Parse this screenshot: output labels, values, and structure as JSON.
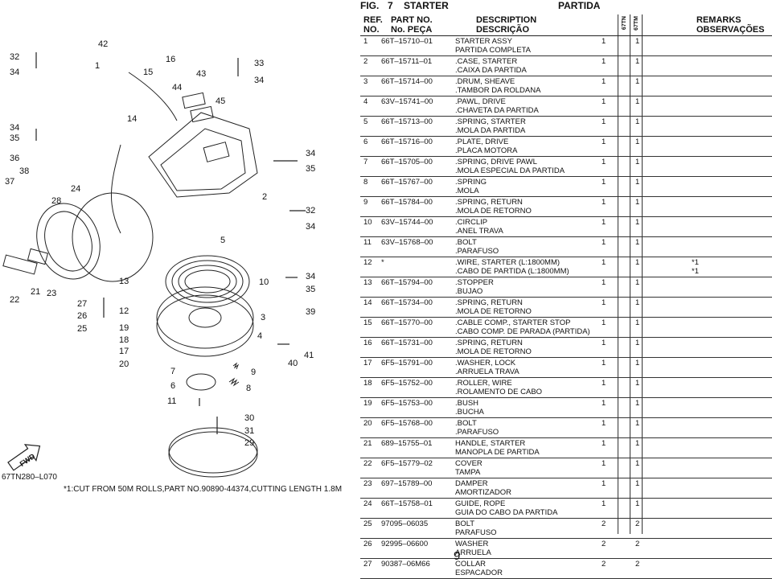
{
  "header": {
    "fig": "FIG.",
    "fig_no": "7",
    "title": "STARTER",
    "title_pt": "PARTIDA"
  },
  "columns": {
    "ref": "REF.",
    "no": "NO.",
    "part_no": "PART NO.",
    "peca": "No. PEÇA",
    "desc": "DESCRIPTION",
    "desc_pt": "DESCRIÇÃO",
    "q1": "67TN",
    "q2": "67TM",
    "remarks": "REMARKS",
    "remarks_pt": "OBSERVAÇÕES"
  },
  "parts": [
    {
      "no": "1",
      "pn": "66T–15710–01",
      "d": [
        "STARTER ASSY",
        "PARTIDA COMPLETA"
      ],
      "q1": "1",
      "q2": "1",
      "rm": [
        "",
        ""
      ]
    },
    {
      "no": "2",
      "pn": "66T–15711–01",
      "d": [
        ".CASE, STARTER",
        ".CAIXA DA PARTIDA"
      ],
      "q1": "1",
      "q2": "1",
      "rm": [
        "",
        ""
      ]
    },
    {
      "no": "3",
      "pn": "66T–15714–00",
      "d": [
        ".DRUM, SHEAVE",
        ".TAMBOR DA ROLDANA"
      ],
      "q1": "1",
      "q2": "1",
      "rm": [
        "",
        ""
      ]
    },
    {
      "no": "4",
      "pn": "63V–15741–00",
      "d": [
        ".PAWL, DRIVE",
        ".CHAVETA DA PARTIDA"
      ],
      "q1": "1",
      "q2": "1",
      "rm": [
        "",
        ""
      ]
    },
    {
      "no": "5",
      "pn": "66T–15713–00",
      "d": [
        ".SPRING, STARTER",
        ".MOLA DA PARTIDA"
      ],
      "q1": "1",
      "q2": "1",
      "rm": [
        "",
        ""
      ]
    },
    {
      "no": "6",
      "pn": "66T–15716–00",
      "d": [
        ".PLATE, DRIVE",
        ".PLACA MOTORA"
      ],
      "q1": "1",
      "q2": "1",
      "rm": [
        "",
        ""
      ]
    },
    {
      "no": "7",
      "pn": "66T–15705–00",
      "d": [
        ".SPRING, DRIVE PAWL",
        ".MOLA ESPECIAL DA PARTIDA"
      ],
      "q1": "1",
      "q2": "1",
      "rm": [
        "",
        ""
      ]
    },
    {
      "no": "8",
      "pn": "66T–15767–00",
      "d": [
        ".SPRING",
        ".MOLA"
      ],
      "q1": "1",
      "q2": "1",
      "rm": [
        "",
        ""
      ]
    },
    {
      "no": "9",
      "pn": "66T–15784–00",
      "d": [
        ".SPRING, RETURN",
        ".MOLA DE RETORNO"
      ],
      "q1": "1",
      "q2": "1",
      "rm": [
        "",
        ""
      ]
    },
    {
      "no": "10",
      "pn": "63V–15744–00",
      "d": [
        ".CIRCLIP",
        ".ANEL TRAVA"
      ],
      "q1": "1",
      "q2": "1",
      "rm": [
        "",
        ""
      ]
    },
    {
      "no": "11",
      "pn": "63V–15768–00",
      "d": [
        ".BOLT",
        ".PARAFUSO"
      ],
      "q1": "1",
      "q2": "1",
      "rm": [
        "",
        ""
      ]
    },
    {
      "no": "12",
      "pn": "*",
      "d": [
        ".WIRE, STARTER (L:1800MM)",
        ".CABO DE PARTIDA (L:1800MM)"
      ],
      "q1": "1",
      "q2": "1",
      "rm": [
        "*1",
        "*1"
      ]
    },
    {
      "no": "13",
      "pn": "66T–15794–00",
      "d": [
        ".STOPPER",
        ".BUJAO"
      ],
      "q1": "1",
      "q2": "1",
      "rm": [
        "",
        ""
      ]
    },
    {
      "no": "14",
      "pn": "66T–15734–00",
      "d": [
        ".SPRING, RETURN",
        ".MOLA DE RETORNO"
      ],
      "q1": "1",
      "q2": "1",
      "rm": [
        "",
        ""
      ]
    },
    {
      "no": "15",
      "pn": "66T–15770–00",
      "d": [
        ".CABLE COMP., STARTER STOP",
        ".CABO COMP. DE PARADA (PARTIDA)"
      ],
      "q1": "1",
      "q2": "1",
      "rm": [
        "",
        ""
      ]
    },
    {
      "no": "16",
      "pn": "66T–15731–00",
      "d": [
        ".SPRING, RETURN",
        ".MOLA DE RETORNO"
      ],
      "q1": "1",
      "q2": "1",
      "rm": [
        "",
        ""
      ]
    },
    {
      "no": "17",
      "pn": "6F5–15791–00",
      "d": [
        ".WASHER, LOCK",
        ".ARRUELA TRAVA"
      ],
      "q1": "1",
      "q2": "1",
      "rm": [
        "",
        ""
      ]
    },
    {
      "no": "18",
      "pn": "6F5–15752–00",
      "d": [
        ".ROLLER, WIRE",
        ".ROLAMENTO DE CABO"
      ],
      "q1": "1",
      "q2": "1",
      "rm": [
        "",
        ""
      ]
    },
    {
      "no": "19",
      "pn": "6F5–15753–00",
      "d": [
        ".BUSH",
        ".BUCHA"
      ],
      "q1": "1",
      "q2": "1",
      "rm": [
        "",
        ""
      ]
    },
    {
      "no": "20",
      "pn": "6F5–15768–00",
      "d": [
        ".BOLT",
        ".PARAFUSO"
      ],
      "q1": "1",
      "q2": "1",
      "rm": [
        "",
        ""
      ]
    },
    {
      "no": "21",
      "pn": "689–15755–01",
      "d": [
        "HANDLE, STARTER",
        "MANOPLA DE PARTIDA"
      ],
      "q1": "1",
      "q2": "1",
      "rm": [
        "",
        ""
      ]
    },
    {
      "no": "22",
      "pn": "6F5–15779–02",
      "d": [
        "COVER",
        "TAMPA"
      ],
      "q1": "1",
      "q2": "1",
      "rm": [
        "",
        ""
      ]
    },
    {
      "no": "23",
      "pn": "697–15789–00",
      "d": [
        "DAMPER",
        "AMORTIZADOR"
      ],
      "q1": "1",
      "q2": "1",
      "rm": [
        "",
        ""
      ]
    },
    {
      "no": "24",
      "pn": "66T–15758–01",
      "d": [
        "GUIDE, ROPE",
        "GUIA DO CABO DA PARTIDA"
      ],
      "q1": "1",
      "q2": "1",
      "rm": [
        "",
        ""
      ]
    },
    {
      "no": "25",
      "pn": "97095–06035",
      "d": [
        "BOLT",
        "PARAFUSO"
      ],
      "q1": "2",
      "q2": "2",
      "rm": [
        "",
        ""
      ]
    },
    {
      "no": "26",
      "pn": "92995–06600",
      "d": [
        "WASHER",
        "ARRUELA"
      ],
      "q1": "2",
      "q2": "2",
      "rm": [
        "",
        ""
      ]
    },
    {
      "no": "27",
      "pn": "90387–06M66",
      "d": [
        "COLLAR",
        "ESPACADOR"
      ],
      "q1": "2",
      "q2": "2",
      "rm": [
        "",
        ""
      ]
    }
  ],
  "diagram": {
    "callouts": [
      "32",
      "34",
      "1",
      "42",
      "16",
      "15",
      "43",
      "33",
      "34",
      "44",
      "45",
      "14",
      "34",
      "35",
      "36",
      "38",
      "37",
      "24",
      "28",
      "34",
      "35",
      "2",
      "32",
      "34",
      "5",
      "22",
      "21",
      "23",
      "13",
      "10",
      "34",
      "35",
      "27",
      "26",
      "25",
      "12",
      "19",
      "18",
      "17",
      "20",
      "3",
      "39",
      "4",
      "41",
      "40",
      "7",
      "9",
      "6",
      "8",
      "11",
      "30",
      "31",
      "29"
    ],
    "code": "67TN280–L070",
    "fwd_label": "FWD",
    "footnote": "*1:CUT FROM 50M ROLLS,PART NO.90890-44374,CUTTING LENGTH 1.8M"
  },
  "page_number": "9"
}
